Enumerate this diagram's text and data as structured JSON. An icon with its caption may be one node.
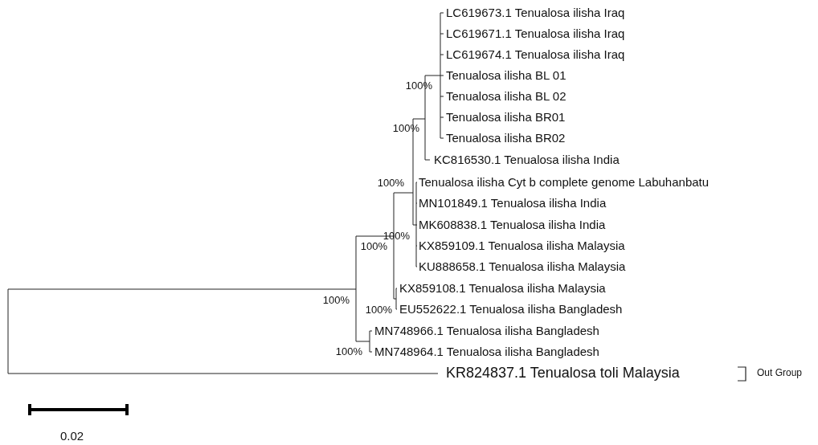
{
  "diagram": {
    "labels": [
      "LC619673.1 Tenualosa ilisha Iraq",
      "LC619671.1 Tenualosa ilisha Iraq",
      "LC619674.1 Tenualosa ilisha Iraq",
      "Tenualosa ilisha BL 01",
      "100%",
      "Tenualosa ilisha BL 02",
      "Tenualosa ilisha BR01",
      "100%",
      "Tenualosa ilisha BR02",
      "KC816530.1 Tenualosa ilisha India",
      "100%",
      "Tenualosa ilisha Cyt b complete genome Labuhanbatu",
      "MN101849.1 Tenualosa ilisha India",
      "MK608838.1 Tenualosa ilisha India",
      "100%",
      "KX859109.1 Tenualosa ilisha Malaysia",
      "100%",
      "KU888658.1 Tenualosa ilisha Malaysia",
      "KX859108.1 Tenualosa ilisha Malaysia",
      "100%",
      "100%",
      "EU552622.1 Tenualosa ilisha Bangladesh",
      "MN748966.1 Tenualosa ilisha Bangladesh",
      "100%",
      "MN748964.1 Tenualosa ilisha Bangladesh",
      "KR824837.1 Tenualosa toli Malaysia",
      "Out Group",
      "0.02"
    ]
  }
}
